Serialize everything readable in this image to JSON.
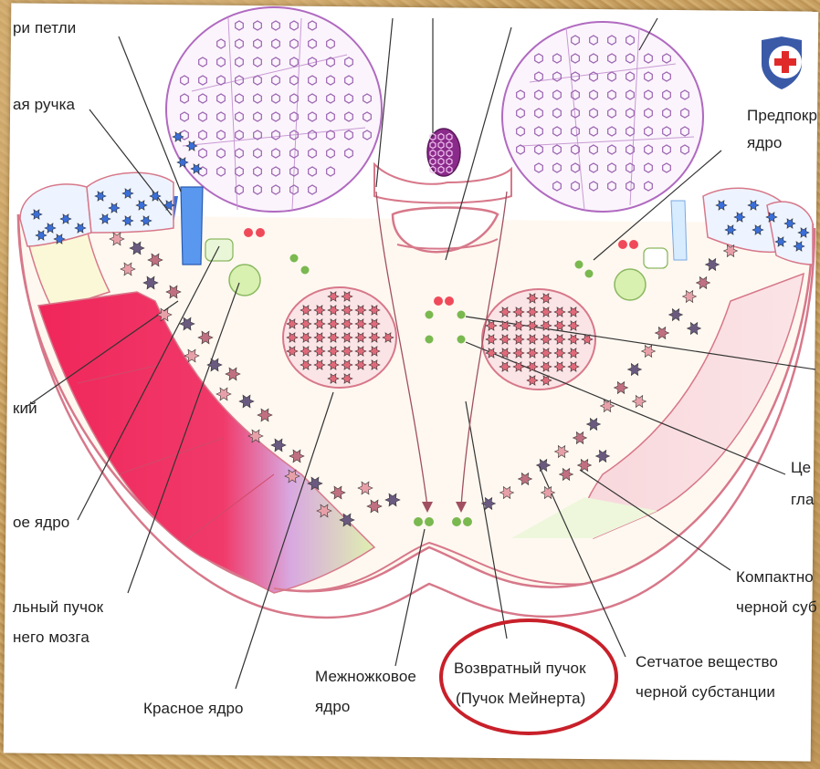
{
  "labels": {
    "top_left_loop": "ри петли",
    "top_left_handle": "ая ручка",
    "left_kiy": "кий",
    "left_nucleus": "ое ядро",
    "left_bundle_1": "льный пучок",
    "left_bundle_2": "него мозга",
    "red_nucleus": "Красное ядро",
    "interpeduncular_1": "Межножковое",
    "interpeduncular_2": "ядро",
    "retroflex_1": "Возвратный пучок",
    "retroflex_2": "(Пучок Мейнерта)",
    "reticular_1": "Сетчатое вещество",
    "reticular_2": "черной субстанции",
    "compact_1": "Компактно",
    "compact_2": "черной суб",
    "right_central_1": "Це",
    "right_central_2": "гла",
    "right_pre_1": "Предпокр",
    "right_pre_2": "ядро"
  },
  "colors": {
    "highlight_circle": "#c8202a",
    "outline": "#d7788a",
    "red_band": "#f0265a",
    "green_band": "#dff0b0",
    "purple_cells": "#9a62b0",
    "blue_cells": "#3a6fd8",
    "logo_red": "#e02a2a"
  },
  "icons": {
    "logo": "medical-cross-shield-icon"
  }
}
